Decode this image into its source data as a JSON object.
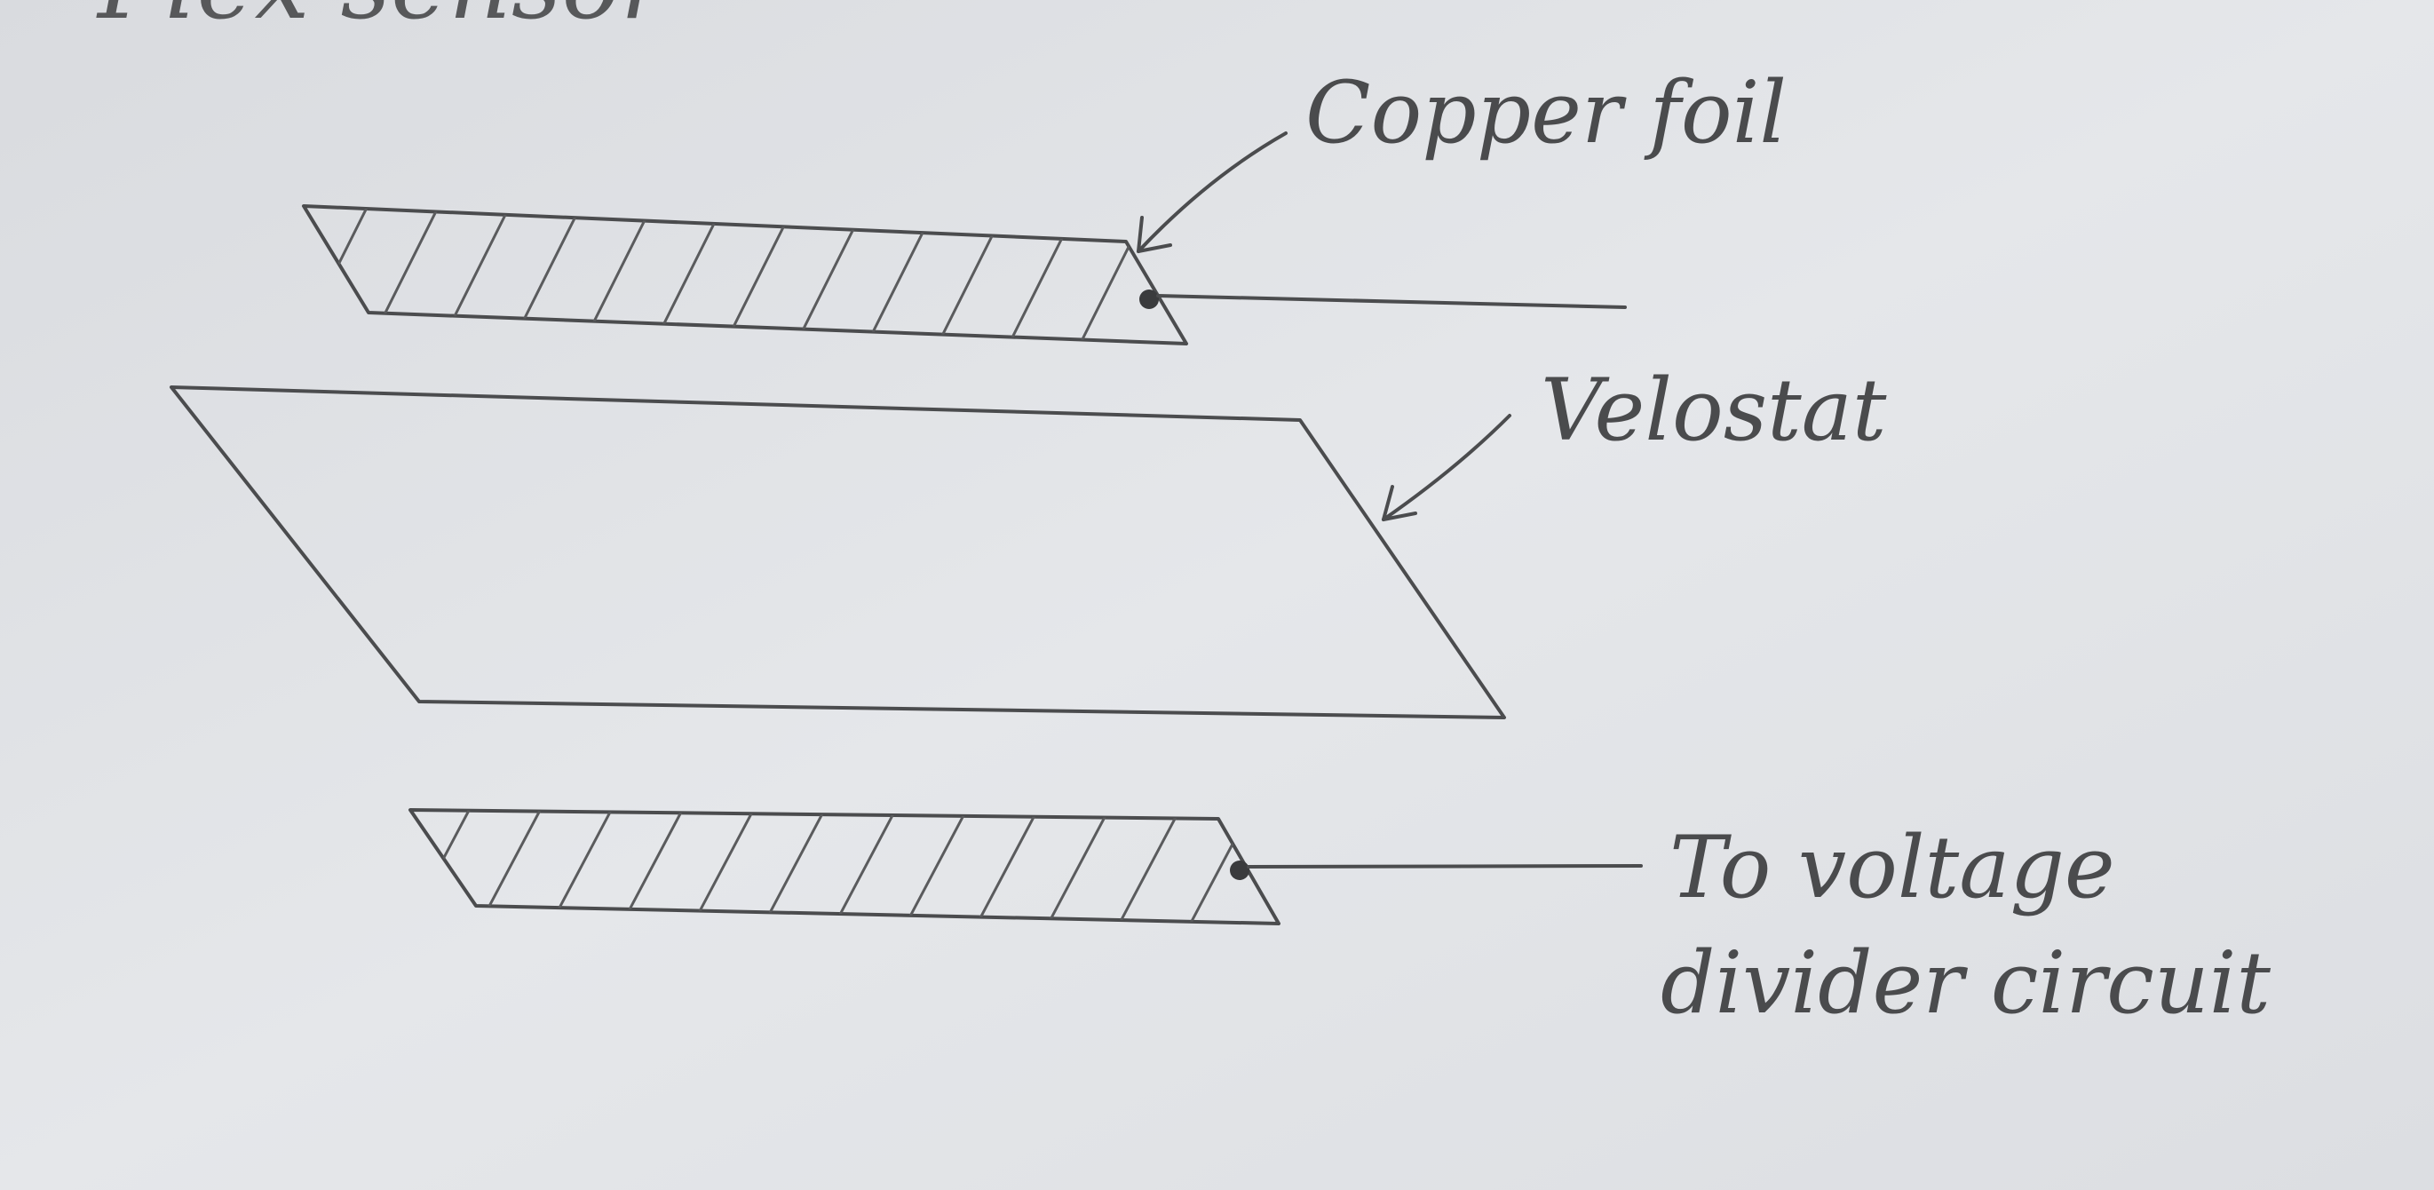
{
  "title_fragment": "Flex sensor",
  "labels": {
    "copper_foil": "Copper foil",
    "velostat": "Velostat",
    "voltage_divider_line1": "To voltage",
    "voltage_divider_line2": "divider circuit"
  },
  "colors": {
    "paper": "#e3e5e8",
    "pencil": "#4b4c4e"
  }
}
